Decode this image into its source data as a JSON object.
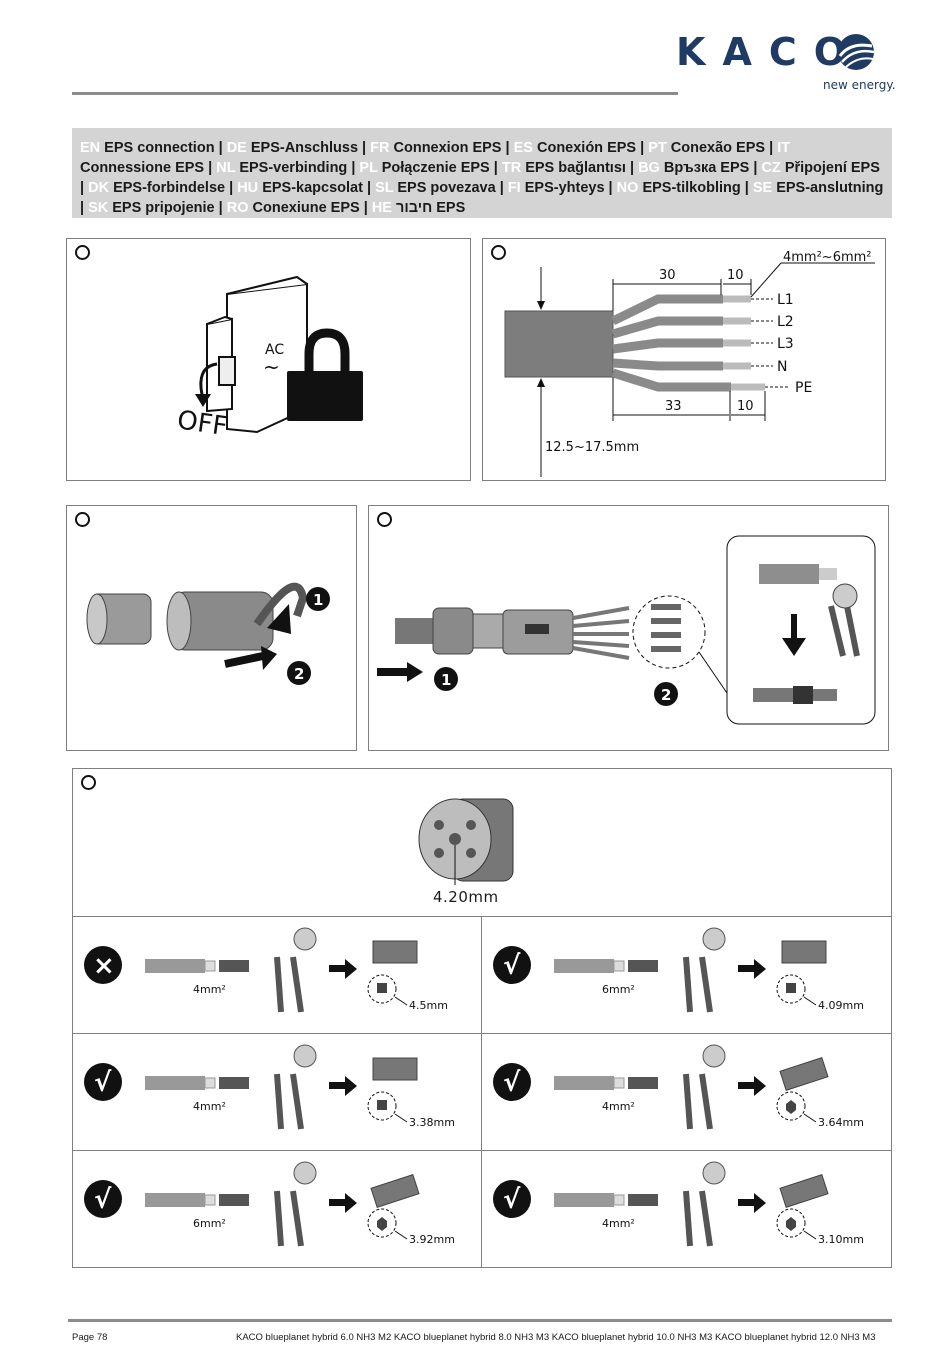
{
  "header": {
    "logo_text": "KACO",
    "logo_tagline": "new energy.",
    "brand_color": "#1f3a63"
  },
  "languages": [
    {
      "code": "EN",
      "label": "EPS connection"
    },
    {
      "code": "DE",
      "label": "EPS-Anschluss"
    },
    {
      "code": "FR",
      "label": "Connexion EPS"
    },
    {
      "code": "ES",
      "label": "Conexión EPS"
    },
    {
      "code": "PT",
      "label": "Conexão EPS"
    },
    {
      "code": "IT",
      "label": "Connessione EPS"
    },
    {
      "code": "NL",
      "label": "EPS-verbinding"
    },
    {
      "code": "PL",
      "label": "Połączenie EPS"
    },
    {
      "code": "TR",
      "label": "EPS bağlantısı"
    },
    {
      "code": "BG",
      "label": "Връзка EPS"
    },
    {
      "code": "CZ",
      "label": "Připojení EPS"
    },
    {
      "code": "DK",
      "label": "EPS-forbindelse"
    },
    {
      "code": "HU",
      "label": "EPS-kapcsolat"
    },
    {
      "code": "SL",
      "label": "EPS povezava"
    },
    {
      "code": "FI",
      "label": "EPS-yhteys"
    },
    {
      "code": "NO",
      "label": "EPS-tilkobling"
    },
    {
      "code": "SE",
      "label": "EPS-anslutning"
    },
    {
      "code": "SK",
      "label": "EPS pripojenie"
    },
    {
      "code": "RO",
      "label": "Conexiune EPS"
    },
    {
      "code": "HE",
      "label": "חיבור  EPS"
    }
  ],
  "breaker": {
    "ac_label": "AC",
    "ac_symbol": "~",
    "off_label": "OFF",
    "icon": "padlock-icon"
  },
  "cable": {
    "cross_section": "4mm²~6mm²",
    "dim_top_long": "30",
    "dim_top_short": "10",
    "dim_bottom_long": "33",
    "dim_bottom_short": "10",
    "diameter": "12.5~17.5mm",
    "conductors": [
      "L1",
      "L2",
      "L3",
      "N",
      "PE"
    ]
  },
  "connector": {
    "step1": "1",
    "step2": "2"
  },
  "terminal": {
    "hole_size": "4.20mm",
    "crimp_cases": [
      {
        "status": "wrong",
        "wire": "4mm²",
        "result": "4.5mm",
        "profile": "square"
      },
      {
        "status": "ok",
        "wire": "6mm²",
        "result": "4.09mm",
        "profile": "square"
      },
      {
        "status": "ok",
        "wire": "4mm²",
        "result": "3.38mm",
        "profile": "square"
      },
      {
        "status": "ok",
        "wire": "4mm²",
        "result": "3.64mm",
        "profile": "hexagon"
      },
      {
        "status": "ok",
        "wire": "6mm²",
        "result": "3.92mm",
        "profile": "hexagon"
      },
      {
        "status": "ok",
        "wire": "4mm²",
        "result": "3.10mm",
        "profile": "hexagon"
      }
    ],
    "wrong_symbol": "×",
    "ok_symbol": "√"
  },
  "footer": {
    "page": "Page  78",
    "title": "KACO blueplanet hybrid 6.0 NH3 M2 KACO blueplanet hybrid 8.0 NH3 M3 KACO blueplanet hybrid 10.0 NH3 M3 KACO blueplanet hybrid 12.0 NH3 M3"
  }
}
